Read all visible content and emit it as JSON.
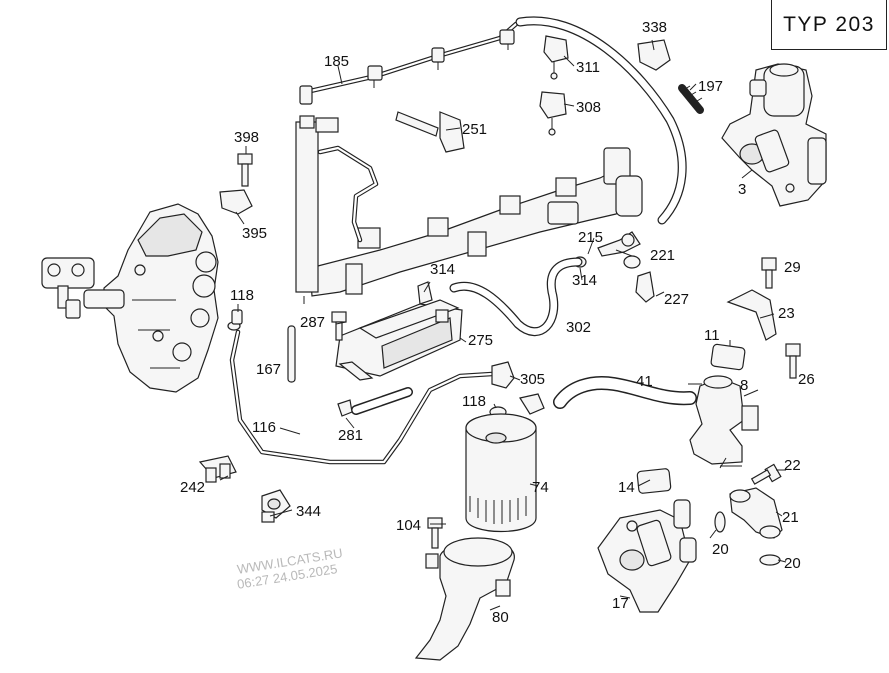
{
  "title_box": "TYP 203",
  "watermark": {
    "site": "WWW.ILCATS.RU",
    "stamp": "06:27 24.05.2025"
  },
  "labels": [
    {
      "id": "185",
      "text": "185"
    },
    {
      "id": "338",
      "text": "338"
    },
    {
      "id": "311",
      "text": "311"
    },
    {
      "id": "197",
      "text": "197"
    },
    {
      "id": "308",
      "text": "308"
    },
    {
      "id": "251",
      "text": "251"
    },
    {
      "id": "398",
      "text": "398"
    },
    {
      "id": "395",
      "text": "395"
    },
    {
      "id": "3",
      "text": "3"
    },
    {
      "id": "215",
      "text": "215"
    },
    {
      "id": "221",
      "text": "221"
    },
    {
      "id": "314a",
      "text": "314"
    },
    {
      "id": "314b",
      "text": "314"
    },
    {
      "id": "29",
      "text": "29"
    },
    {
      "id": "227",
      "text": "227"
    },
    {
      "id": "118a",
      "text": "118"
    },
    {
      "id": "287",
      "text": "287"
    },
    {
      "id": "275",
      "text": "275"
    },
    {
      "id": "302",
      "text": "302"
    },
    {
      "id": "23",
      "text": "23"
    },
    {
      "id": "11",
      "text": "11"
    },
    {
      "id": "167",
      "text": "167"
    },
    {
      "id": "305",
      "text": "305"
    },
    {
      "id": "41",
      "text": "41"
    },
    {
      "id": "8",
      "text": "8"
    },
    {
      "id": "26",
      "text": "26"
    },
    {
      "id": "118b",
      "text": "118"
    },
    {
      "id": "116",
      "text": "116"
    },
    {
      "id": "281",
      "text": "281"
    },
    {
      "id": "22",
      "text": "22"
    },
    {
      "id": "242",
      "text": "242"
    },
    {
      "id": "74",
      "text": "74"
    },
    {
      "id": "14",
      "text": "14"
    },
    {
      "id": "344",
      "text": "344"
    },
    {
      "id": "21",
      "text": "21"
    },
    {
      "id": "104",
      "text": "104"
    },
    {
      "id": "20a",
      "text": "20"
    },
    {
      "id": "20b",
      "text": "20"
    },
    {
      "id": "17",
      "text": "17"
    },
    {
      "id": "80",
      "text": "80"
    }
  ]
}
